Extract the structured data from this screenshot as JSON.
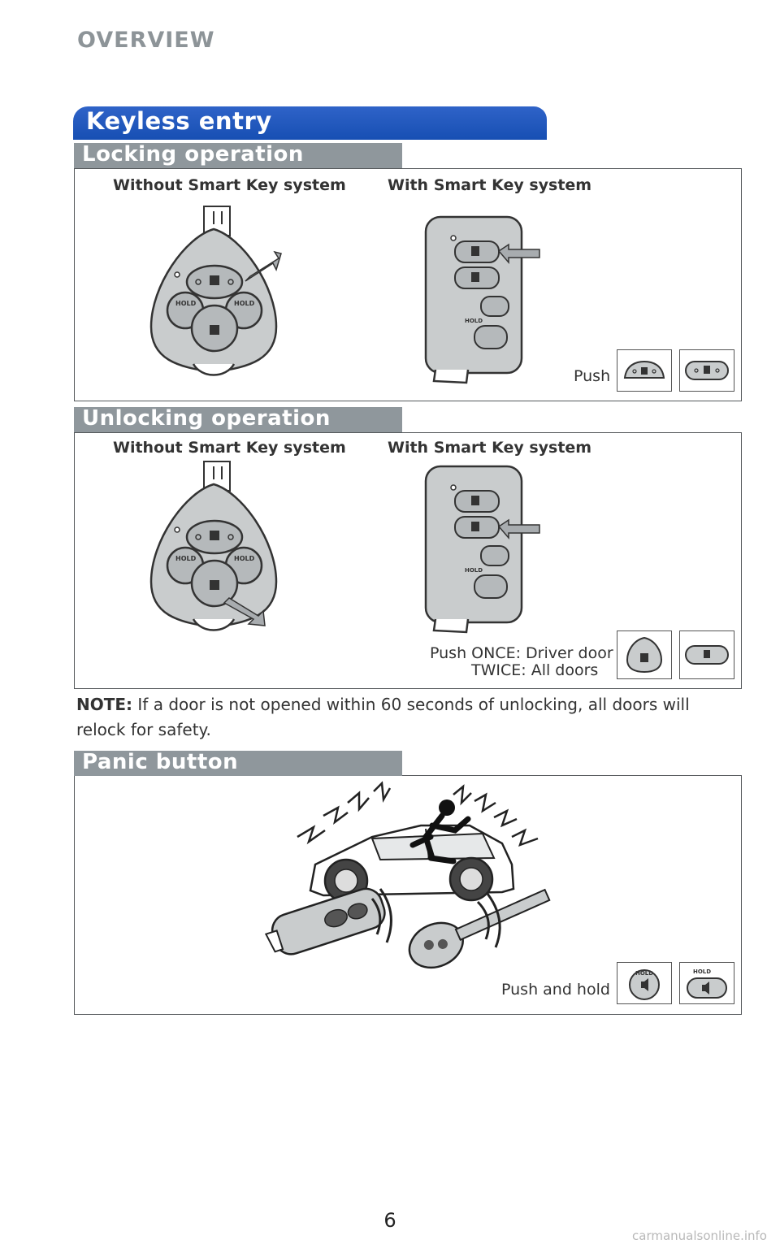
{
  "page": {
    "section_title": "OVERVIEW",
    "page_number": "6",
    "watermark": "carmanualsonline.info"
  },
  "keyless_entry": {
    "title": "Keyless entry",
    "locking": {
      "title": "Locking operation",
      "col_without": "Without Smart Key system",
      "col_with": "With Smart Key system",
      "instruction": "Push"
    },
    "unlocking": {
      "title": "Unlocking operation",
      "col_without": "Without Smart Key system",
      "col_with": "With Smart Key system",
      "instruction_line1": "Push ONCE: Driver door",
      "instruction_line2": "TWICE: All doors"
    },
    "note": {
      "label": "NOTE:",
      "text": " If a door is not opened within 60 seconds of unlocking, all doors will relock for safety."
    },
    "panic": {
      "title": "Panic button",
      "instruction": "Push and hold"
    }
  },
  "key_labels": {
    "hold": "HOLD"
  },
  "colors": {
    "tab_blue": "#1f56bd",
    "subhead_gray": "#8f979c",
    "key_fill": "#c9cccd",
    "arrow_fill": "#a8acaf"
  }
}
